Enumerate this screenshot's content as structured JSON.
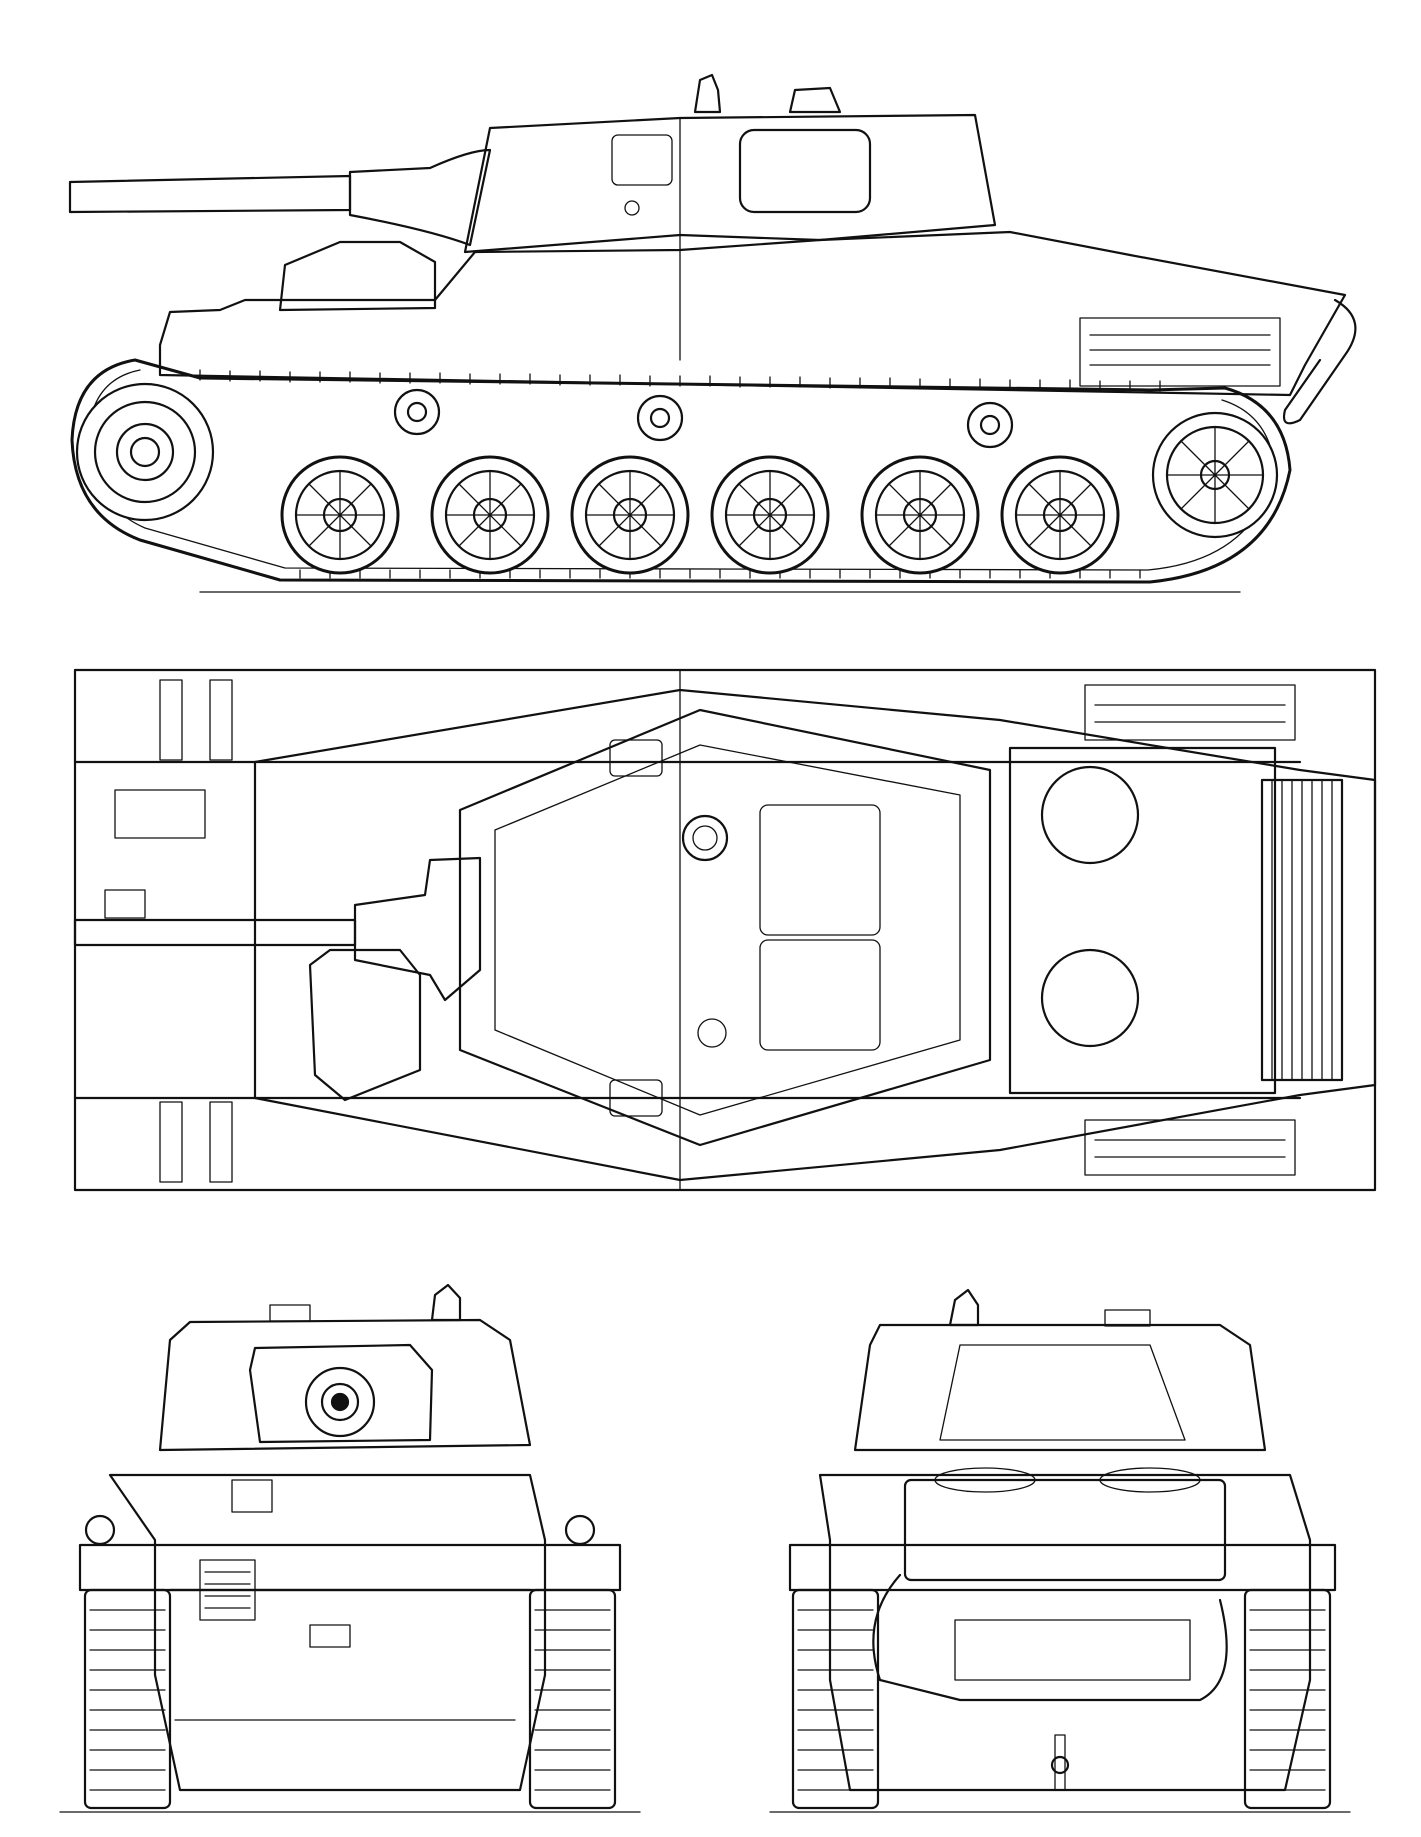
{
  "drawing": {
    "views": [
      "side-view",
      "top-view",
      "front-view",
      "rear-view"
    ],
    "road_wheels": 6,
    "line_color": "#111111",
    "background_color": "#ffffff"
  }
}
